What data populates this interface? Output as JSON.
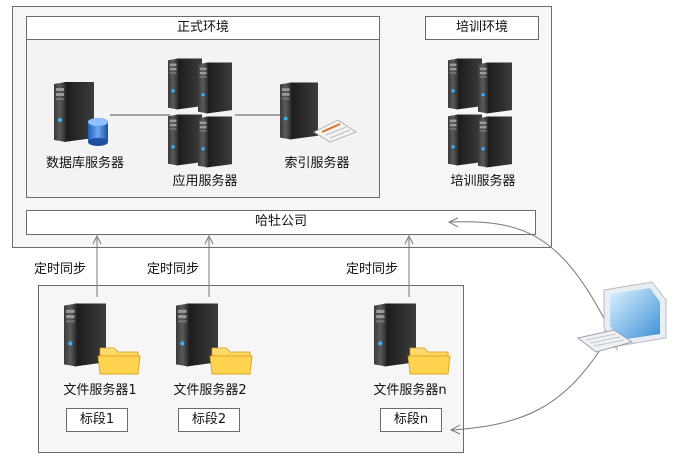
{
  "environments": {
    "production": "正式环境",
    "training": "培训环境"
  },
  "servers": {
    "database": "数据库服务器",
    "application": "应用服务器",
    "index": "索引服务器",
    "training": "培训服务器"
  },
  "company": "哈牡公司",
  "sync": [
    "定时同步",
    "定时同步",
    "定时同步"
  ],
  "file_servers": [
    {
      "label": "文件服务器1",
      "segment": "标段1"
    },
    {
      "label": "文件服务器2",
      "segment": "标段2"
    },
    {
      "label": "文件服务器n",
      "segment": "标段n"
    }
  ]
}
